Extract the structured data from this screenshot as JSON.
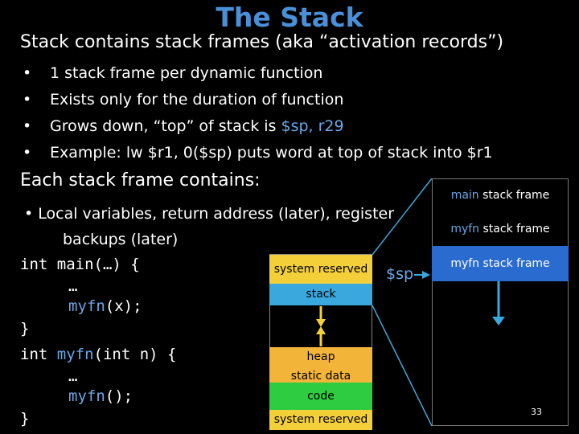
{
  "title": "The Stack",
  "subtitle": "Stack contains stack frames (aka “activation records”)",
  "bullets": [
    {
      "text": "1 stack frame per dynamic function"
    },
    {
      "text": "Exists only for the duration of function"
    },
    {
      "pre": "Grows down, “top” of stack is ",
      "hl": "$sp, r29",
      "post": ""
    },
    {
      "text": "Example: lw $r1, 0($sp) puts word at top of stack into $r1"
    }
  ],
  "frames_title": "Each stack frame contains:",
  "frames_bullet": {
    "line1": "• Local variables, return address (later), register",
    "line2": "backups (later)"
  },
  "code": {
    "l1": "int main(…) {",
    "l2": "…",
    "l3_fn": "myfn",
    "l3_rest": "(x);",
    "l4": "}",
    "l5_pre": "int ",
    "l5_fn": "myfn",
    "l5_rest": "(int n) {",
    "l6": "…",
    "l7_fn": "myfn",
    "l7_rest": "();",
    "l8": "}"
  },
  "memory": {
    "top": "system reserved",
    "stack": "stack",
    "heap": "heap",
    "static": "static data",
    "code": "code",
    "bottom": "system reserved"
  },
  "sp_label": "$sp",
  "frames": [
    {
      "fn": "main",
      "rest": " stack frame"
    },
    {
      "fn": "myfn",
      "rest": " stack frame"
    },
    {
      "fn": "myfn",
      "rest": " stack frame"
    }
  ],
  "page_number": "33",
  "colors": {
    "accent": "#4a90d9",
    "frame_highlight": "#2a6bd0",
    "arrow": "#3aa8dd"
  }
}
